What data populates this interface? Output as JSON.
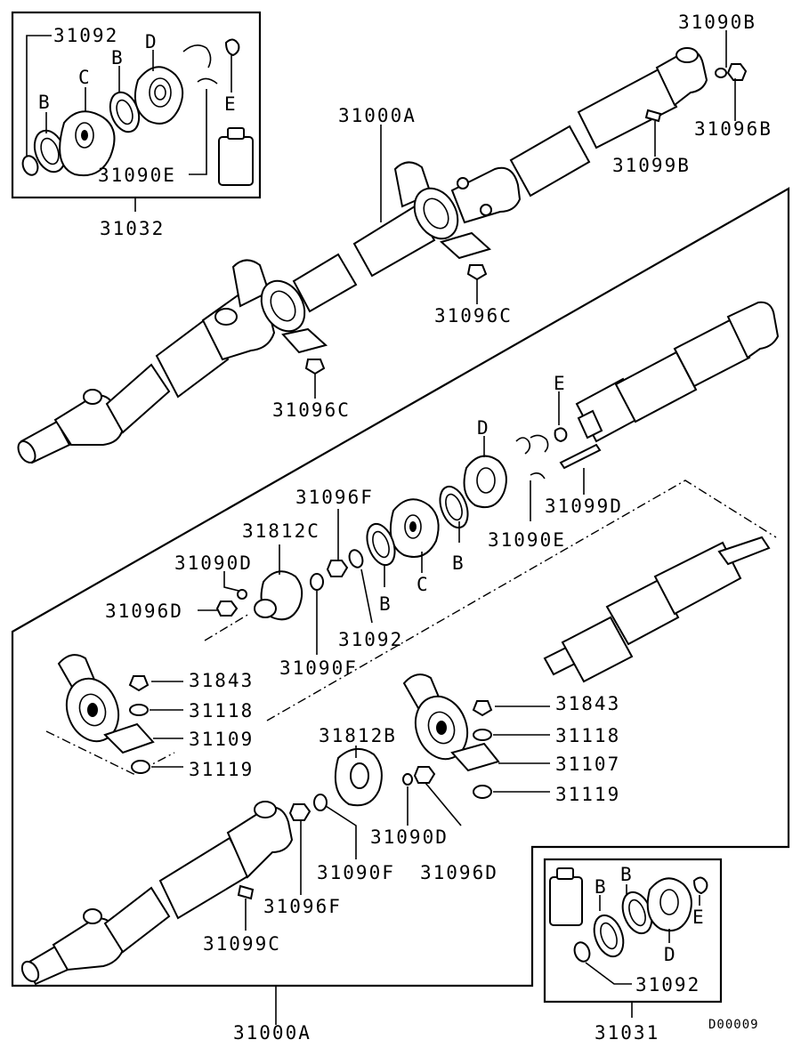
{
  "labels": {
    "top_kit": {
      "p31092": "31092",
      "d": "D",
      "b1": "B",
      "b2": "B",
      "c": "C",
      "e": "E",
      "p31090e": "31090E",
      "p31032": "31032"
    },
    "upper_shaft": {
      "p31090b": "31090B",
      "p31096b": "31096B",
      "p31099b": "31099B",
      "p31000a": "31000A",
      "p31096c_1": "31096C",
      "p31096c_2": "31096C"
    },
    "exploded": {
      "e": "E",
      "d": "D",
      "p31099d": "31099D",
      "p31096f": "31096F",
      "p31812c": "31812C",
      "p31090d": "31090D",
      "p31096d": "31096D",
      "p31092": "31092",
      "b1": "B",
      "b2": "B",
      "c": "C",
      "p31090e": "31090E",
      "p31090f": "31090F"
    },
    "left_bearing": {
      "p31843": "31843",
      "p31118": "31118",
      "p31109": "31109",
      "p31119": "31119"
    },
    "right_bearing": {
      "p31843": "31843",
      "p31118": "31118",
      "p31107": "31107",
      "p31119": "31119"
    },
    "lower_shaft": {
      "p31812b": "31812B",
      "p31090d": "31090D",
      "p31096d": "31096D",
      "p31090f": "31090F",
      "p31096f": "31096F",
      "p31099c": "31099C",
      "p31000a": "31000A"
    },
    "bottom_kit": {
      "b1": "B",
      "b2": "B",
      "d": "D",
      "e": "E",
      "p31092": "31092",
      "p31031": "31031"
    },
    "diagram_code": "D00009"
  }
}
